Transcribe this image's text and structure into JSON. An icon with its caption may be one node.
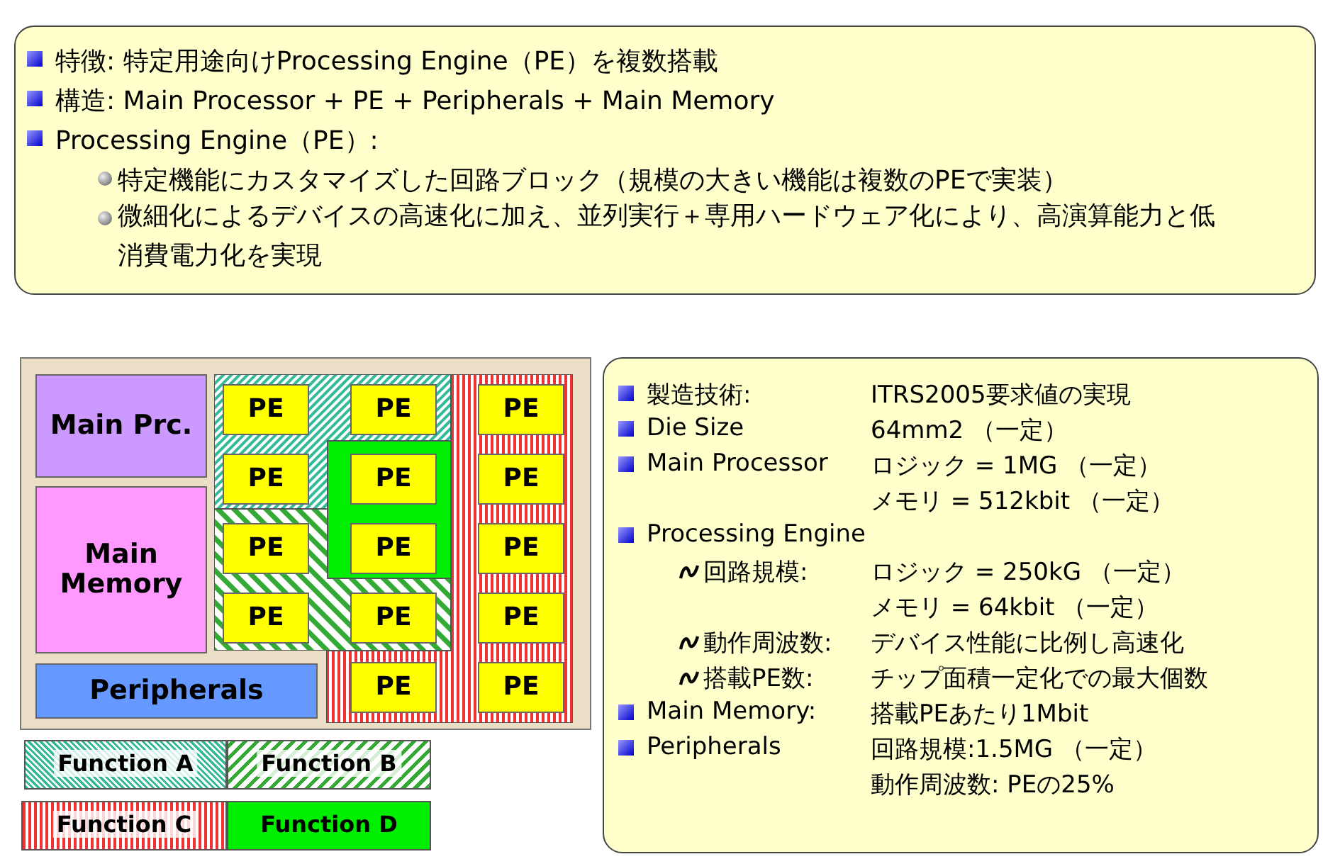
{
  "diagram": {
    "nodes": [
      {
        "text": [
          "特徴: 特定用途向けProcessing Engine（PE）を複数搭載",
          "構造: Main Processor + PE + Peripherals + Main Memory",
          "Processing Engine（PE）:",
          "特定機能にカスタマイズした回路ブロック（規模の大きい機能は複数のPEで実装）",
          "微細化によるデバイスの高速化に加え、並列実行＋専用ハードウェア化により、高演算能力と低消費電力化を実現"
        ]
      },
      {
        "text": [],
        "shape": "box"
      },
      {
        "text": [
          "Main Prc."
        ],
        "in": 1
      },
      {
        "text": [
          "Main Memory"
        ],
        "in": 1
      },
      {
        "text": [],
        "shape": "box",
        "in": 1
      },
      {
        "text": [
          "PE"
        ],
        "in": 4
      },
      {
        "text": [
          "PE"
        ],
        "in": 4
      },
      {
        "text": [
          "PE"
        ],
        "in": 4
      },
      {
        "text": [],
        "shape": "box",
        "in": 1
      },
      {
        "text": [
          "PE"
        ],
        "in": 8
      },
      {
        "text": [
          "PE"
        ],
        "in": 8
      },
      {
        "text": [],
        "shape": "box",
        "in": 1
      },
      {
        "text": [
          "PE"
        ],
        "in": 11
      },
      {
        "text": [
          "PE"
        ],
        "in": 11
      },
      {
        "text": [
          "PE"
        ],
        "in": 11
      },
      {
        "text": [],
        "shape": "box",
        "in": 1
      },
      {
        "text": [
          "PE"
        ],
        "in": 15
      },
      {
        "text": [
          "PE"
        ],
        "in": 15
      },
      {
        "text": [
          "PE"
        ],
        "in": 15
      },
      {
        "text": [
          "PE"
        ],
        "in": 15
      },
      {
        "text": [
          "PE"
        ],
        "in": 15
      },
      {
        "text": [
          "PE"
        ],
        "in": 15
      },
      {
        "text": [
          "Peripherals"
        ],
        "in": 1
      },
      {
        "text": [
          "製造技術:",
          "ITRS2005要求値の実現",
          "Die Size",
          "64mm2 （一定）",
          "Main Processor",
          "ロジック = 1MG （一定）",
          "メモリ = 512kbit （一定）",
          "Processing Engine",
          "回路規模:",
          "ロジック = 250kG （一定）",
          "メモリ = 64kbit （一定）",
          "動作周波数:",
          "デバイス性能に比例し高速化",
          "搭載PE数:",
          "チップ面積一定化での最大個数",
          "Main Memory:",
          "搭載PEあたり1Mbit",
          "Peripherals",
          "回路規模:1.5MG （一定）",
          "動作周波数: PEの25%"
        ]
      }
    ],
    "edges": [],
    "legend": [
      {
        "text": "Function A"
      },
      {
        "text": "Function B"
      },
      {
        "text": "Function C"
      },
      {
        "text": "Function D",
        "color": "#00ee00"
      }
    ]
  }
}
